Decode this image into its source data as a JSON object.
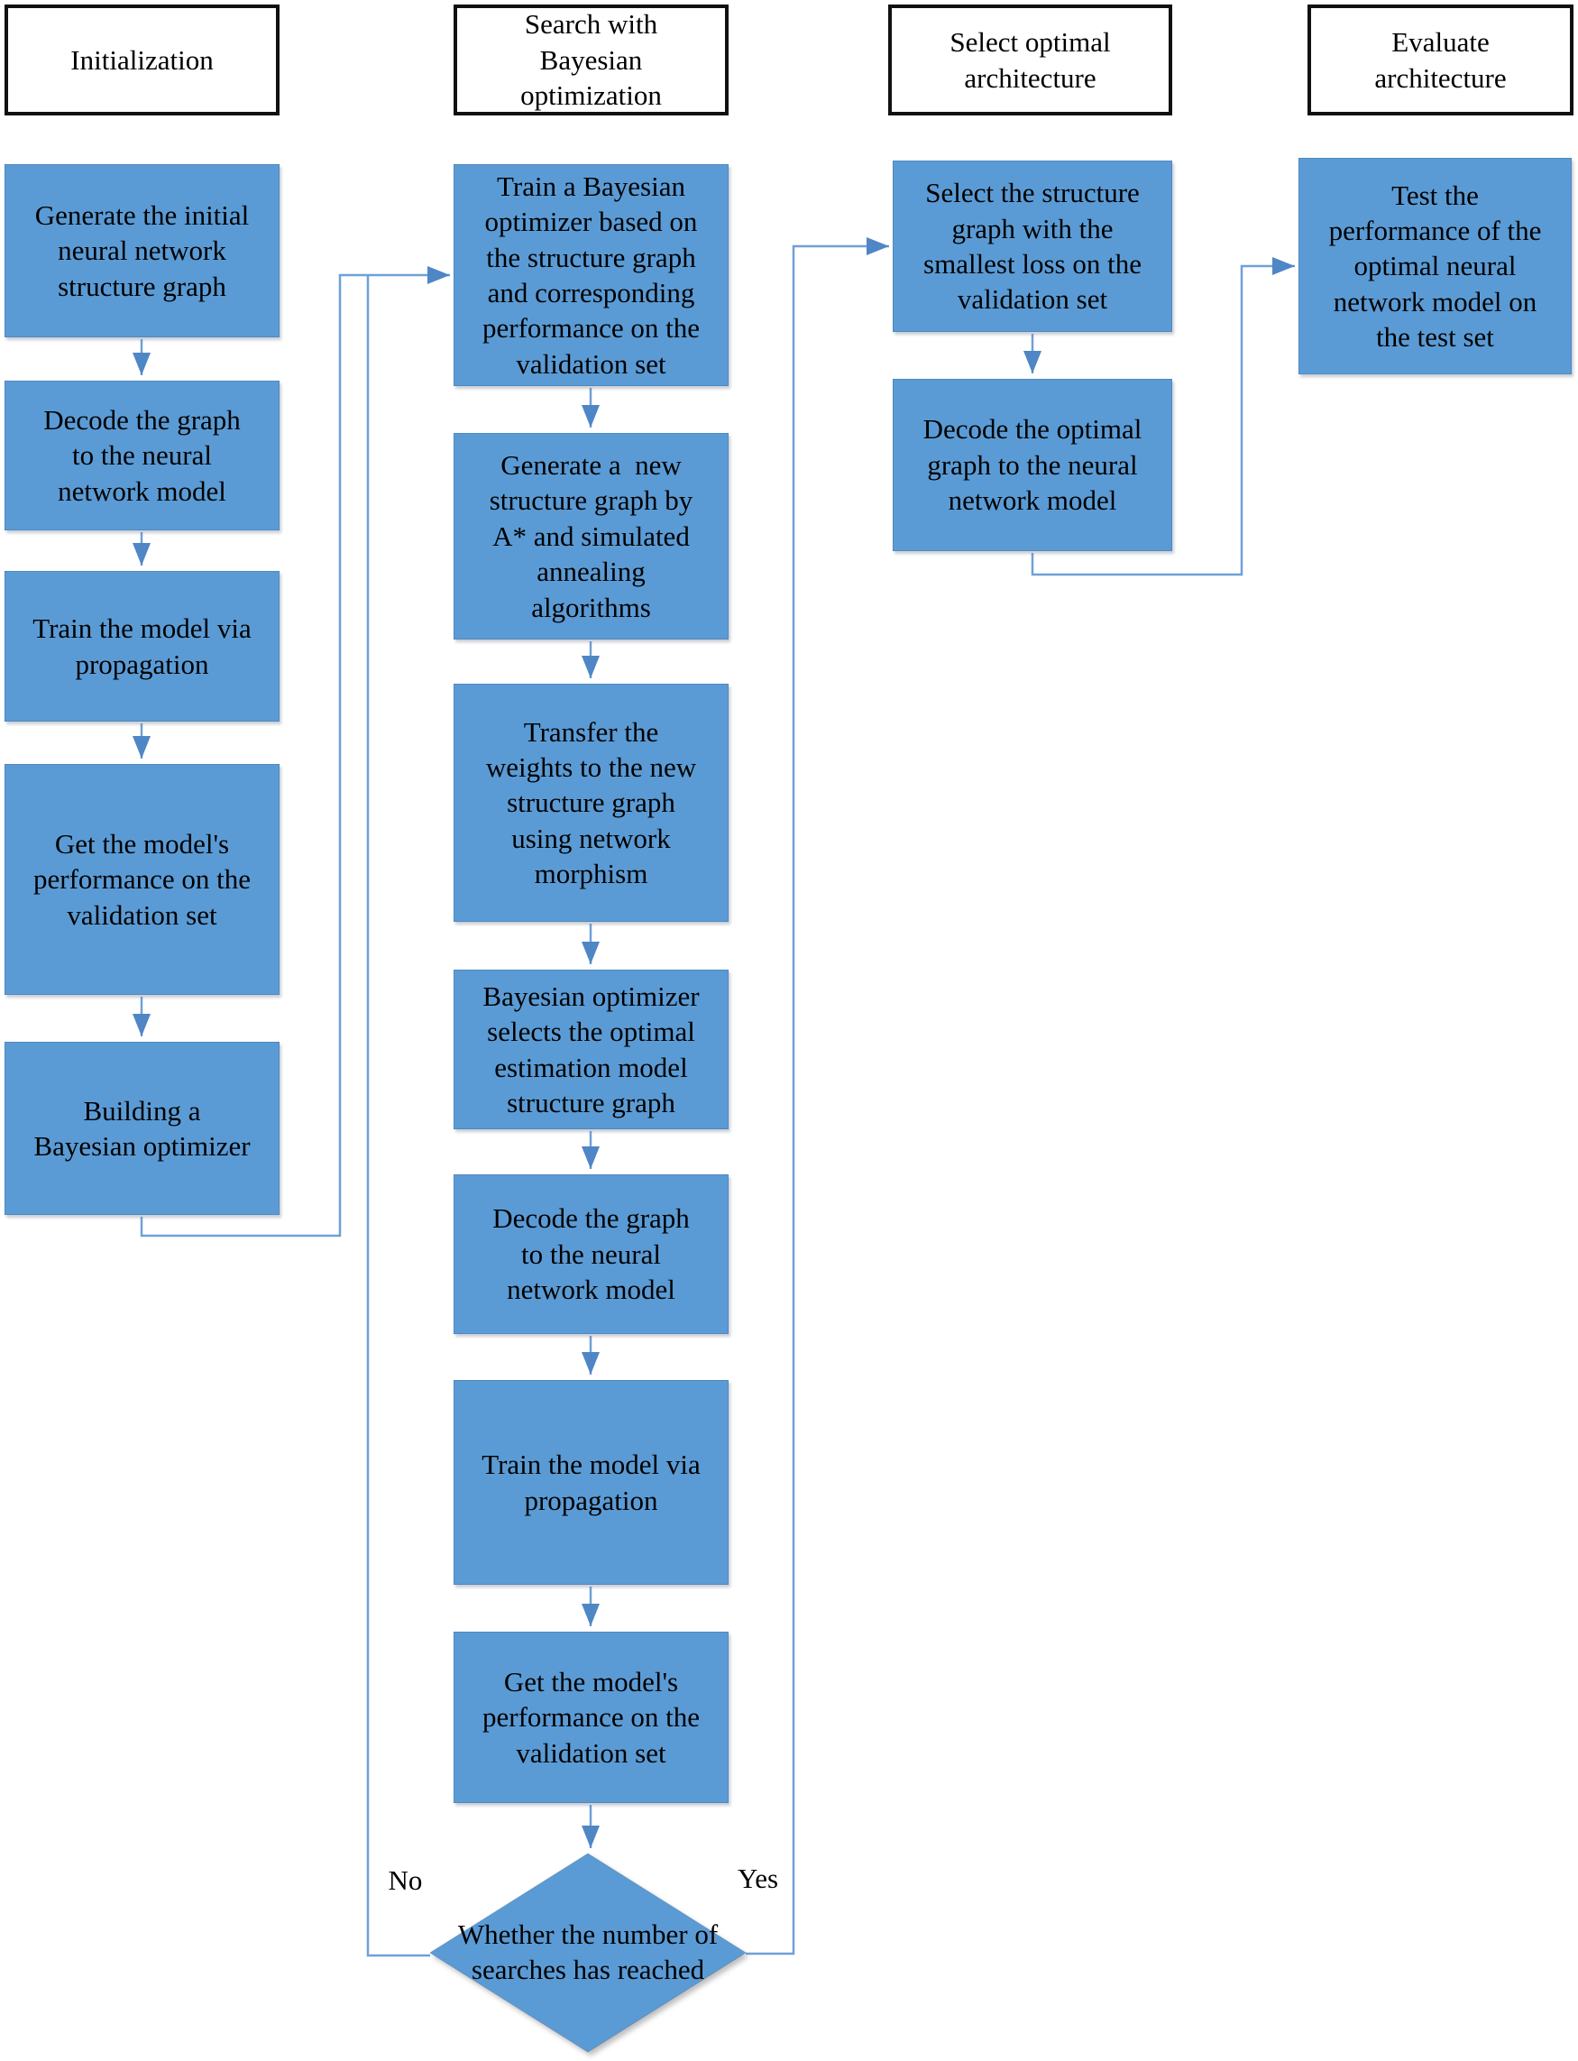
{
  "flow": {
    "col1": {
      "header": "Initialization",
      "steps": [
        "Generate the initial\nneural network\nstructure graph",
        "Decode the graph\nto the neural\nnetwork model",
        "Train the model via\npropagation",
        "Get the model's\nperformance on the\nvalidation set",
        "Building a\nBayesian optimizer"
      ]
    },
    "col2": {
      "header": "Search with\nBayesian\noptimization",
      "steps": [
        "Train a Bayesian\noptimizer based on\nthe structure graph\nand corresponding\nperformance on the\nvalidation set",
        "Generate a  new\nstructure graph by\nA* and simulated\nannealing\nalgorithms",
        "Transfer the\nweights to the new\nstructure graph\nusing network\nmorphism",
        "Bayesian optimizer\nselects the optimal\nestimation model\nstructure graph",
        "Decode the graph\nto the neural\nnetwork model",
        "Train the model via\npropagation",
        "Get the model's\nperformance on the\nvalidation set"
      ],
      "decision": "Whether the number of\nsearches has reached",
      "no_label": "No",
      "yes_label": "Yes"
    },
    "col3": {
      "header": "Select optimal\narchitecture",
      "steps": [
        "Select the structure\ngraph with the\nsmallest loss on the\nvalidation set",
        "Decode the optimal\ngraph to the neural\nnetwork model"
      ]
    },
    "col4": {
      "header": "Evaluate\narchitecture",
      "steps": [
        "Test the\nperformance of the\noptimal neural\nnetwork model on\nthe test set"
      ]
    }
  },
  "colors": {
    "box_fill": "#5b9bd5",
    "box_edge": "#4d87c1",
    "connector": "#6fa0d8",
    "connector_arrow": "#4f86c6",
    "header_border": "#111111",
    "text": "#000000",
    "background": "#ffffff"
  }
}
